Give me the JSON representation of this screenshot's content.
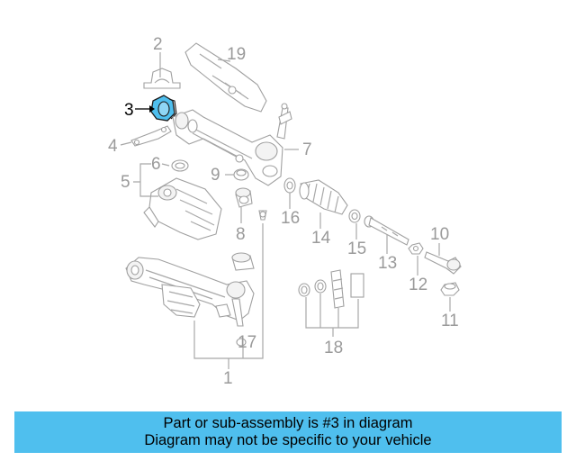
{
  "diagram": {
    "highlight_color": "#4fbfee",
    "callouts": [
      "2",
      "19",
      "3",
      "4",
      "7",
      "5",
      "6",
      "9",
      "16",
      "8",
      "14",
      "15",
      "13",
      "10",
      "12",
      "11",
      "17",
      "18",
      "1"
    ]
  },
  "banner": {
    "line1": "Part or sub-assembly is #3 in diagram",
    "line2": "Diagram may not be specific to your vehicle",
    "background": "#4fbfee"
  }
}
